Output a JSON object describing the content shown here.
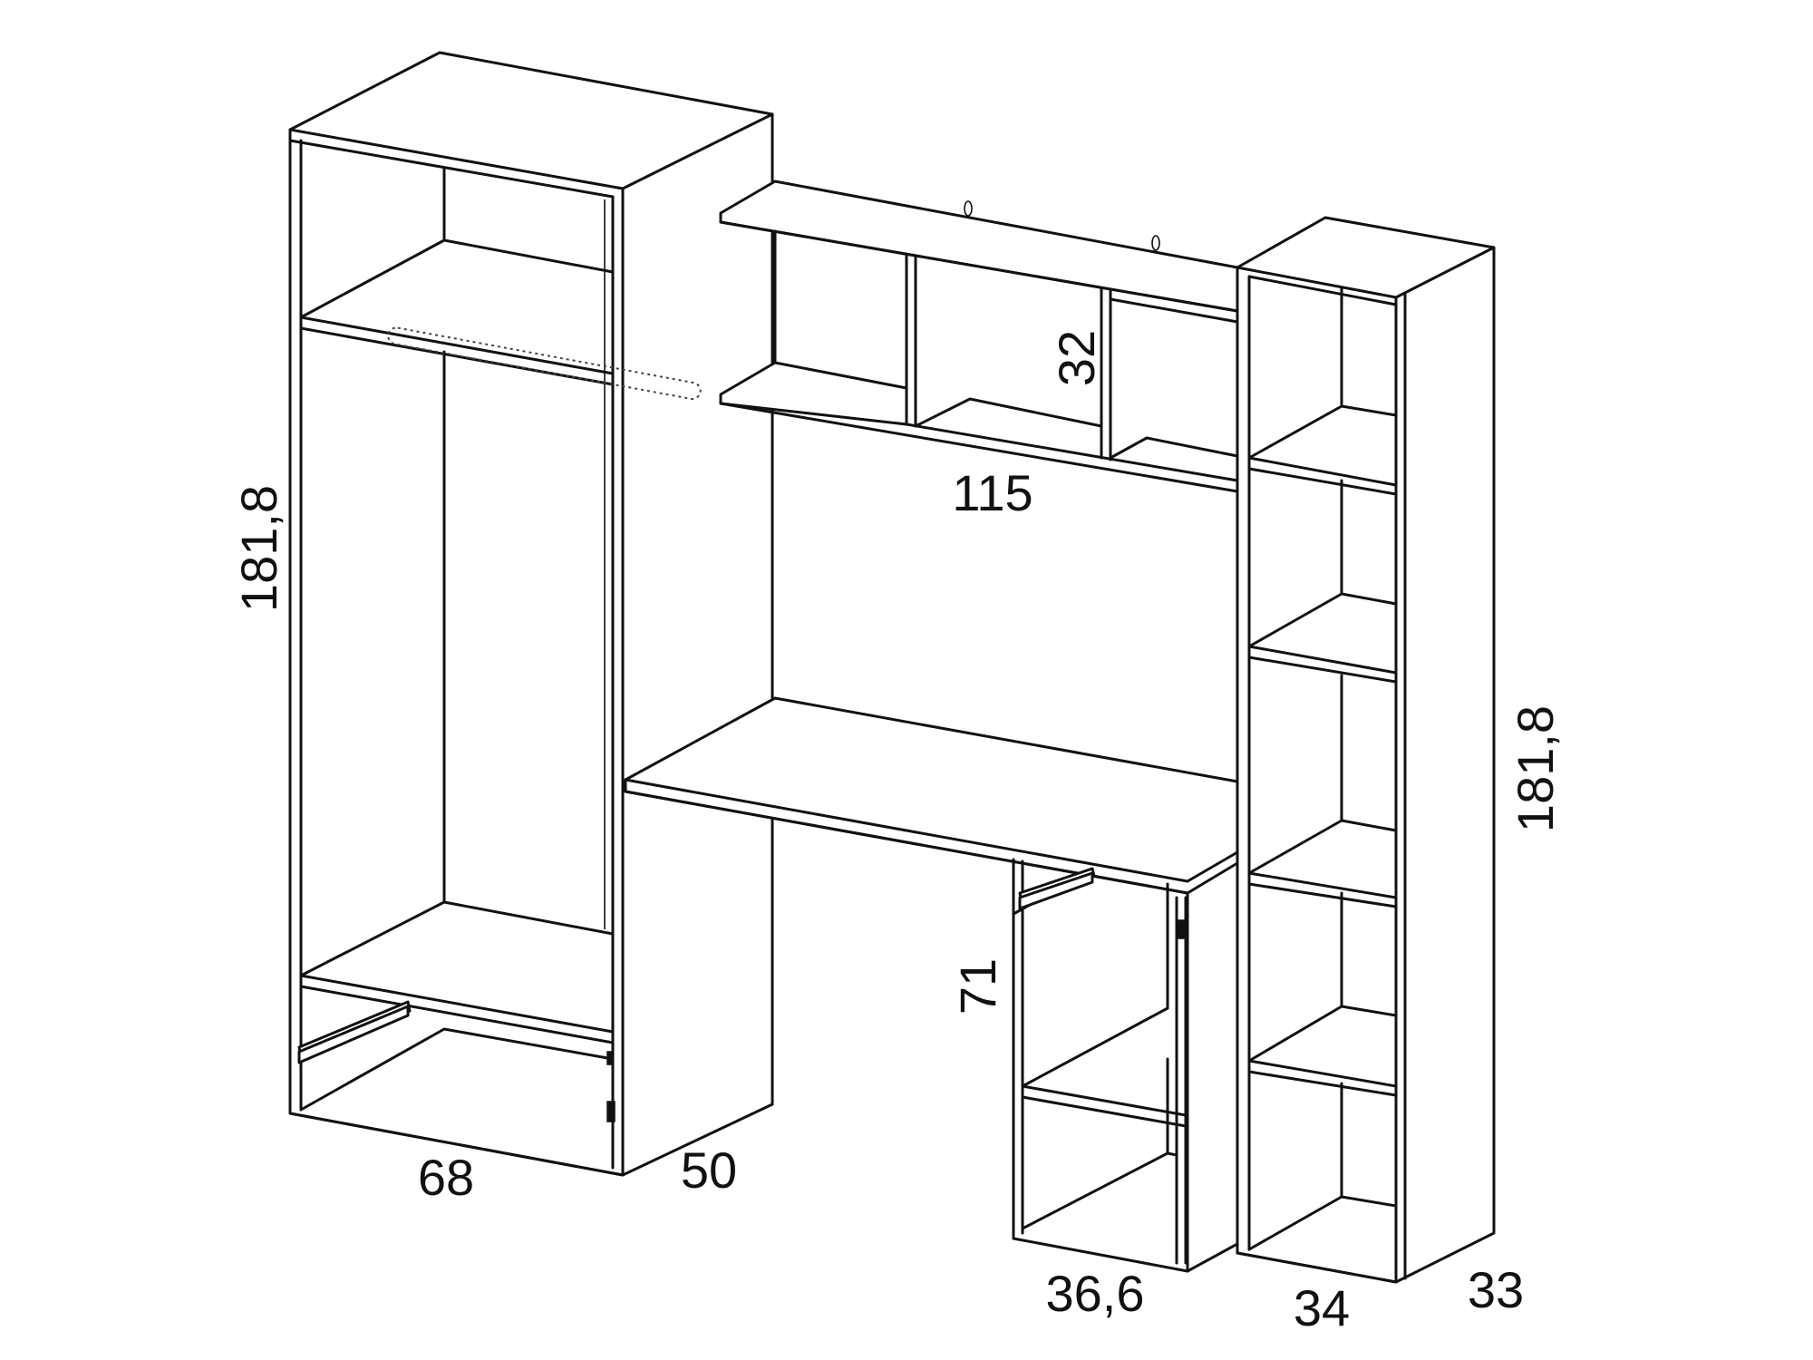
{
  "diagram": {
    "dimensions": {
      "wardrobe_height": "181,8",
      "wardrobe_width": "68",
      "wardrobe_depth": "50",
      "shelf_width": "115",
      "shelf_height": "32",
      "desk_height": "71",
      "desk_unit_width": "36,6",
      "bookcase_height": "181,8",
      "bookcase_width": "34",
      "bookcase_depth": "33"
    },
    "line_color": "#111111",
    "background": "#ffffff"
  }
}
